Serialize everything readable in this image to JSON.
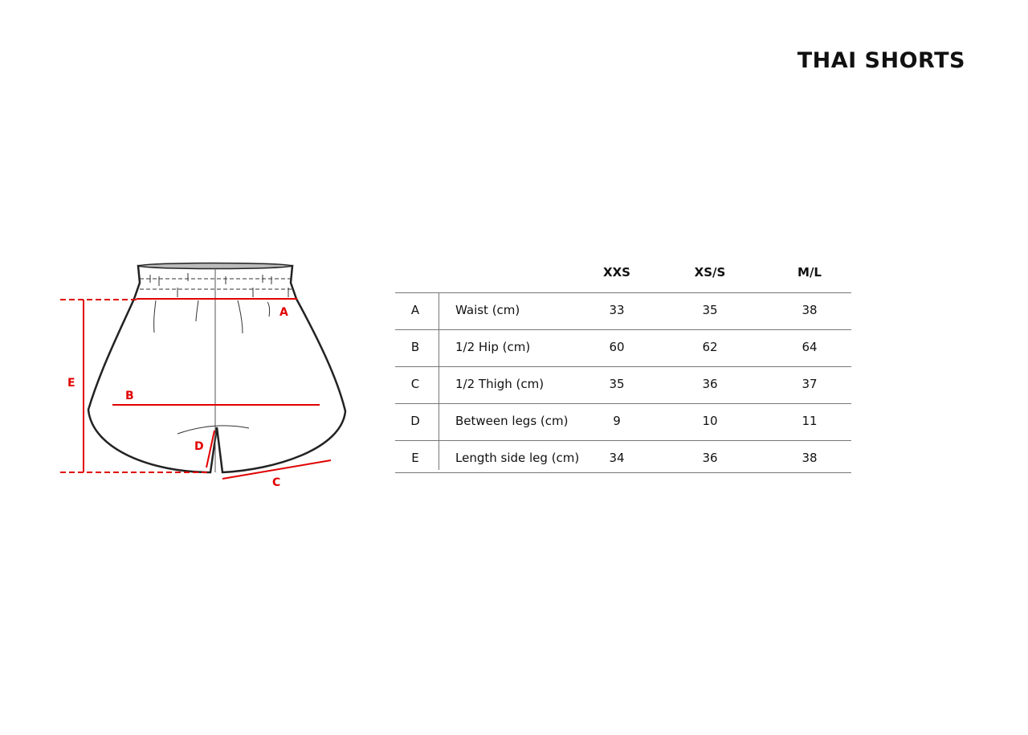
{
  "title": "THAI SHORTS",
  "diagram": {
    "labels": [
      "A",
      "B",
      "C",
      "D",
      "E"
    ],
    "accent": "#e00000"
  },
  "table": {
    "columns": [
      "XXS",
      "XS/S",
      "M/L"
    ],
    "rows": [
      {
        "key": "A",
        "label": "Waist (cm)",
        "values": [
          "33",
          "35",
          "38"
        ]
      },
      {
        "key": "B",
        "label": "1/2 Hip (cm)",
        "values": [
          "60",
          "62",
          "64"
        ]
      },
      {
        "key": "C",
        "label": "1/2 Thigh (cm)",
        "values": [
          "35",
          "36",
          "37"
        ]
      },
      {
        "key": "D",
        "label": "Between legs (cm)",
        "values": [
          "9",
          "10",
          "11"
        ]
      },
      {
        "key": "E",
        "label": "Length side leg (cm)",
        "values": [
          "34",
          "36",
          "38"
        ]
      }
    ]
  }
}
